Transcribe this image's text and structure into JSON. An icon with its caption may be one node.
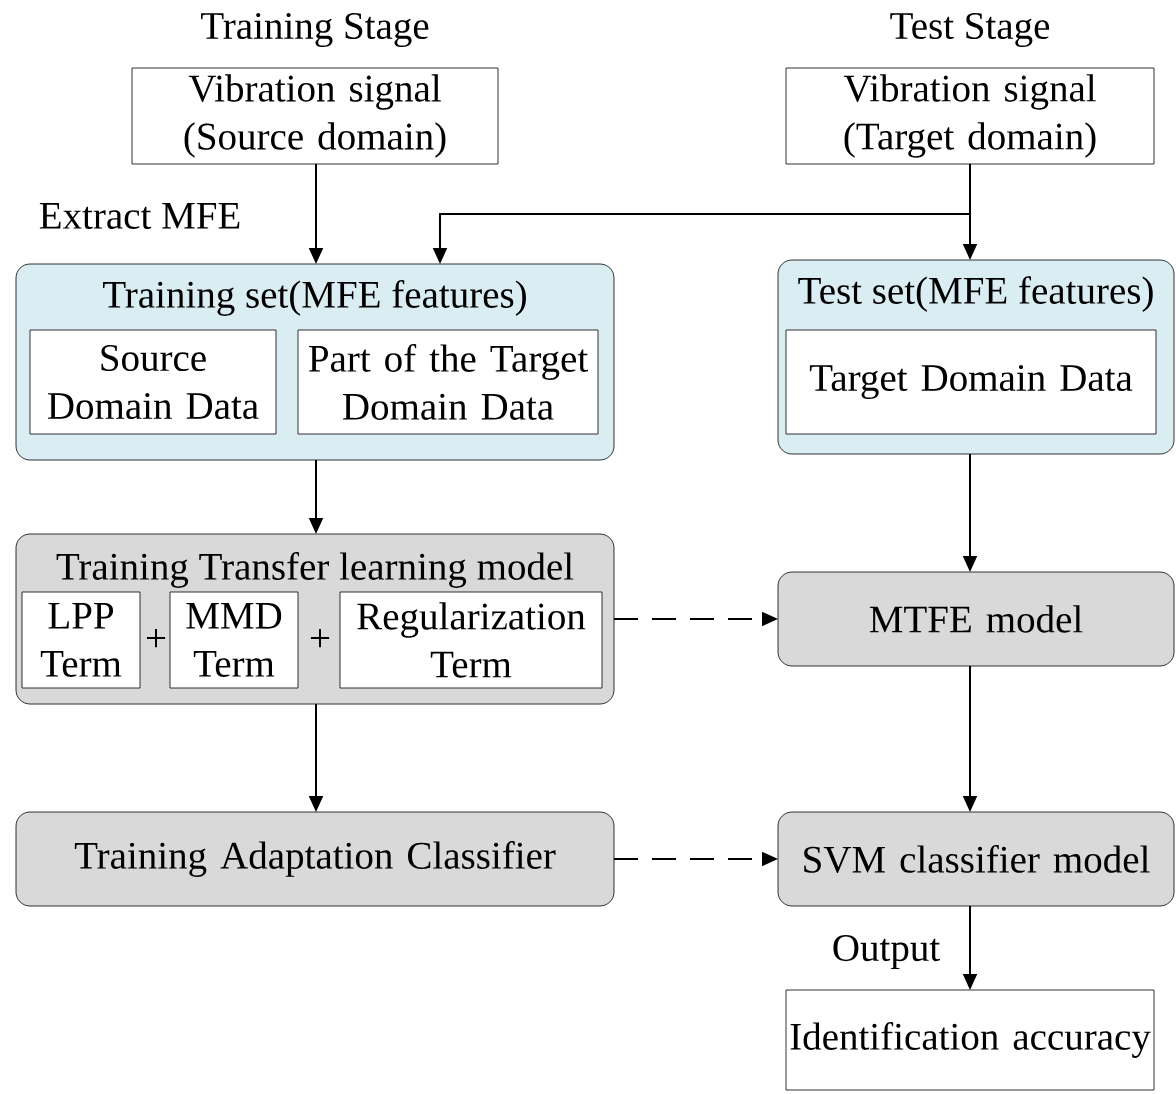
{
  "diagram": {
    "nodes": [
      {
        "text": [
          "Vibration signal (Source domain)"
        ],
        "beside": [
          "Training Stage"
        ]
      },
      {
        "text": [
          "Vibration signal (Target domain)"
        ],
        "beside": [
          "Test Stage"
        ]
      },
      {
        "text": [
          "Training set(MFE features)"
        ]
      },
      {
        "text": [
          "Source Domain Data"
        ],
        "in": 2
      },
      {
        "text": [
          "Part of the Target Domain Data"
        ],
        "in": 2
      },
      {
        "text": [
          "Test set(MFE features)"
        ]
      },
      {
        "text": [
          "Target Domain Data"
        ],
        "in": 5
      },
      {
        "text": [
          "Training Transfer learning model"
        ]
      },
      {
        "text": [
          "LPP Term"
        ],
        "in": 7
      },
      {
        "text": [
          "MMD Term"
        ],
        "in": 7
      },
      {
        "text": [
          "Regularization Term"
        ],
        "in": 7
      },
      {
        "text": [
          "MTFE model"
        ]
      },
      {
        "text": [
          "Training Adaptation Classifier"
        ]
      },
      {
        "text": [
          "SVM classifier model"
        ]
      },
      {
        "text": [
          "Identification accuracy"
        ]
      }
    ],
    "edges": [
      {
        "from": 0,
        "to": 2,
        "arrow": "to",
        "label": "Extract MFE"
      },
      {
        "from": 1,
        "to": 2,
        "arrow": "to"
      },
      {
        "from": 1,
        "to": 5,
        "arrow": "to"
      },
      {
        "from": 2,
        "to": 7,
        "arrow": "to"
      },
      {
        "from": 5,
        "to": 11,
        "arrow": "to"
      },
      {
        "from": 7,
        "to": 12,
        "arrow": "to"
      },
      {
        "from": 7,
        "to": 11,
        "arrow": "to",
        "style": "dashed"
      },
      {
        "from": 11,
        "to": 13,
        "arrow": "to"
      },
      {
        "from": 12,
        "to": 13,
        "arrow": "to",
        "style": "dashed"
      },
      {
        "from": 13,
        "to": 14,
        "arrow": "to",
        "label": "Output"
      }
    ],
    "labels": [
      "+",
      "+"
    ]
  }
}
